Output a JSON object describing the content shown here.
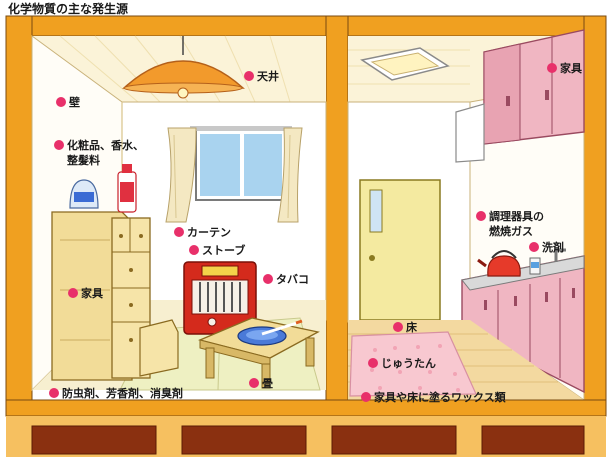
{
  "title": "化学物質の主な発生源",
  "labels": {
    "ceiling": "天井",
    "wall": "壁",
    "cosmetics_1": "化粧品、香水、",
    "cosmetics_2": "整髪料",
    "curtain": "カーテン",
    "stove": "ストーブ",
    "tobacco": "タバコ",
    "furniture_left": "家具",
    "insecticide": "防虫剤、芳香剤、消臭剤",
    "tatami": "畳",
    "furniture_right": "家具",
    "cooker_1": "調理器具の",
    "cooker_2": "燃焼ガス",
    "detergent": "洗剤",
    "floor": "床",
    "carpet": "じゅうたん",
    "wax": "家具や床に塗るワックス類"
  },
  "colors": {
    "frame": "#f0a020",
    "frame_dark": "#c87810",
    "label_dot": "#e8306a",
    "ceiling": "#fbf3d8",
    "floor_wood": "#f3d9a0",
    "cabinet": "#f2dc98",
    "pink": "#f0b6c2",
    "stove_red": "#d42a1c",
    "carpet": "#f8c8d0",
    "tatami": "#eef0c2",
    "foundation": "#8a3010"
  }
}
